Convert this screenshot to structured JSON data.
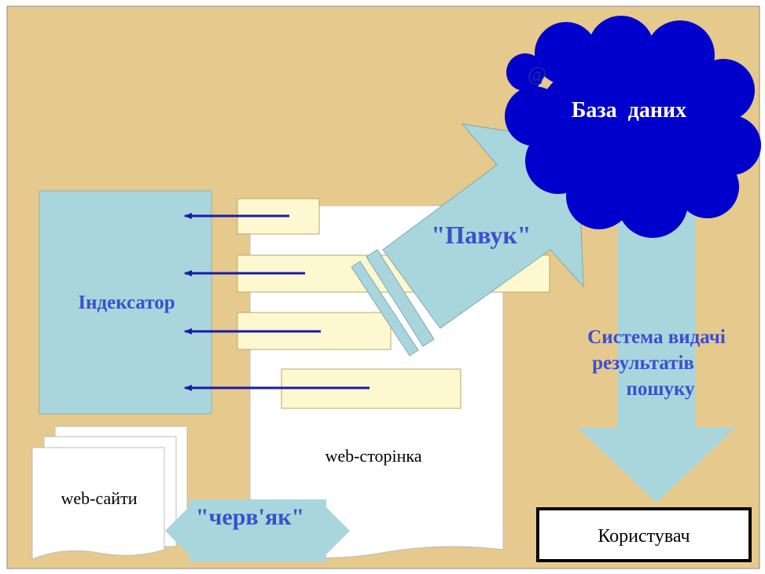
{
  "labels": {
    "database": "База  даних",
    "spider": "\"Павук\"",
    "indexer": "Індексатор",
    "results_line1": "Система видачі",
    "results_line2": "результатів",
    "results_line3": "пошуку",
    "webpage": "web-сторінка",
    "websites": "web-сайти",
    "worm": "\"черв'як\"",
    "user": "Користувач"
  },
  "icons": {
    "at_sign": "@"
  },
  "colors": {
    "background": "#e6c98c",
    "database_fill": "#0000cc",
    "database_text": "#ffffff",
    "arrow_fill": "#a9d6dc",
    "indexer_fill": "#a9d6dc",
    "index_bar_fill": "#fdf8cf",
    "label_blue": "#3b4fcf",
    "pointer_arrow": "#1a1aa8",
    "document_fill": "#ffffff",
    "user_border": "#000000"
  }
}
